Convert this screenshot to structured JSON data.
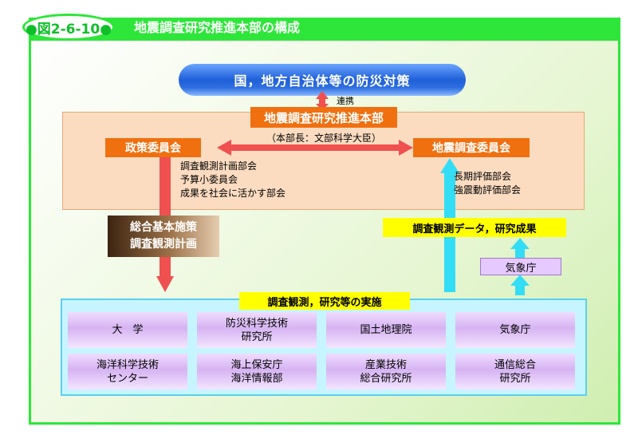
{
  "figure": {
    "number": "●図2-6-10●",
    "title": "地震調査研究推進本部の構成"
  },
  "top_banner": "国，地方自治体等の防災対策",
  "link_label": "連携",
  "headquarters": {
    "title": "地震調査研究推進本部",
    "chief": "（本部長：文部科学大臣）"
  },
  "policy_committee": {
    "label": "政策委員会",
    "subcommittees": [
      "調査観測計画部会",
      "予算小委員会",
      "成果を社会に活かす部会"
    ]
  },
  "research_committee": {
    "label": "地震調査委員会",
    "subcommittees": [
      "長期評価部会",
      "強震動評価部会"
    ]
  },
  "basic_plan": {
    "line1": "総合基本施策",
    "line2": "調査観測計画"
  },
  "data_results": "調査観測データ，研究成果",
  "jma_label": "気象庁",
  "implementation": {
    "title": "調査観測，研究等の実施",
    "institutions": [
      [
        "大　学"
      ],
      [
        "防災科学技術",
        "研究所"
      ],
      [
        "国土地理院"
      ],
      [
        "気象庁"
      ],
      [
        "海洋科学技術",
        "センター"
      ],
      [
        "海上保安庁",
        "海洋情報部"
      ],
      [
        "産業技術",
        "総合研究所"
      ],
      [
        "通信総合",
        "研究所"
      ]
    ]
  },
  "colors": {
    "frame_green": "#2ee63a",
    "orange": "#f07010",
    "hq_fill": "#fcdcc0",
    "red_arrow": "#f05050",
    "cyan_arrow": "#33ddf5",
    "yellow": "#ffff00",
    "lavender": "#e6c9ff",
    "light_cyan": "#c6f5ff"
  }
}
